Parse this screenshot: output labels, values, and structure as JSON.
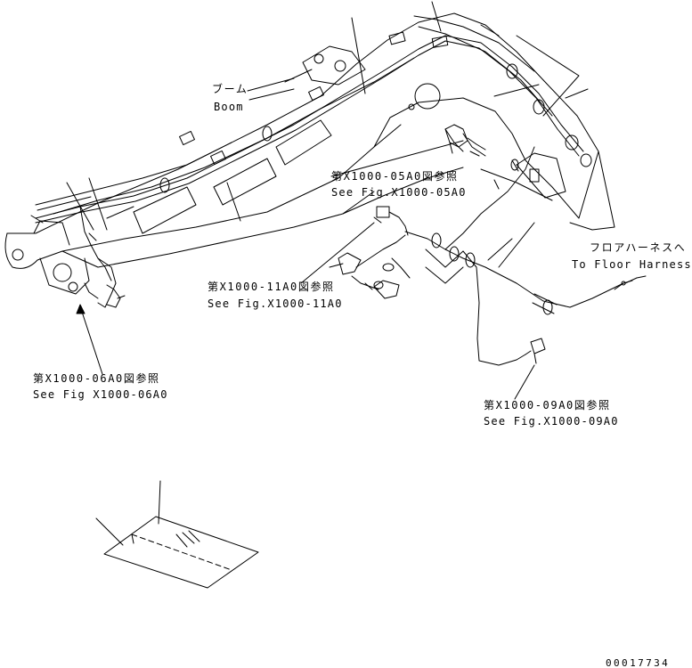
{
  "labels": {
    "boom_jp": "ブーム",
    "boom_en": "Boom",
    "ref_05_jp": "第X1000-05A0図参照",
    "ref_05_en": "See Fig.X1000-05A0",
    "floor_jp": "フロアハーネスへ",
    "floor_en": "To Floor Harness",
    "ref_11_jp": "第X1000-11A0図参照",
    "ref_11_en": "See Fig.X1000-11A0",
    "ref_06_jp": "第X1000-06A0図参照",
    "ref_06_en": "See Fig X1000-06A0",
    "ref_09_jp": "第X1000-09A0図参照",
    "ref_09_en": "See Fig.X1000-09A0"
  },
  "drawing_number": "00017734",
  "colors": {
    "line": "#000000",
    "background": "#ffffff"
  }
}
